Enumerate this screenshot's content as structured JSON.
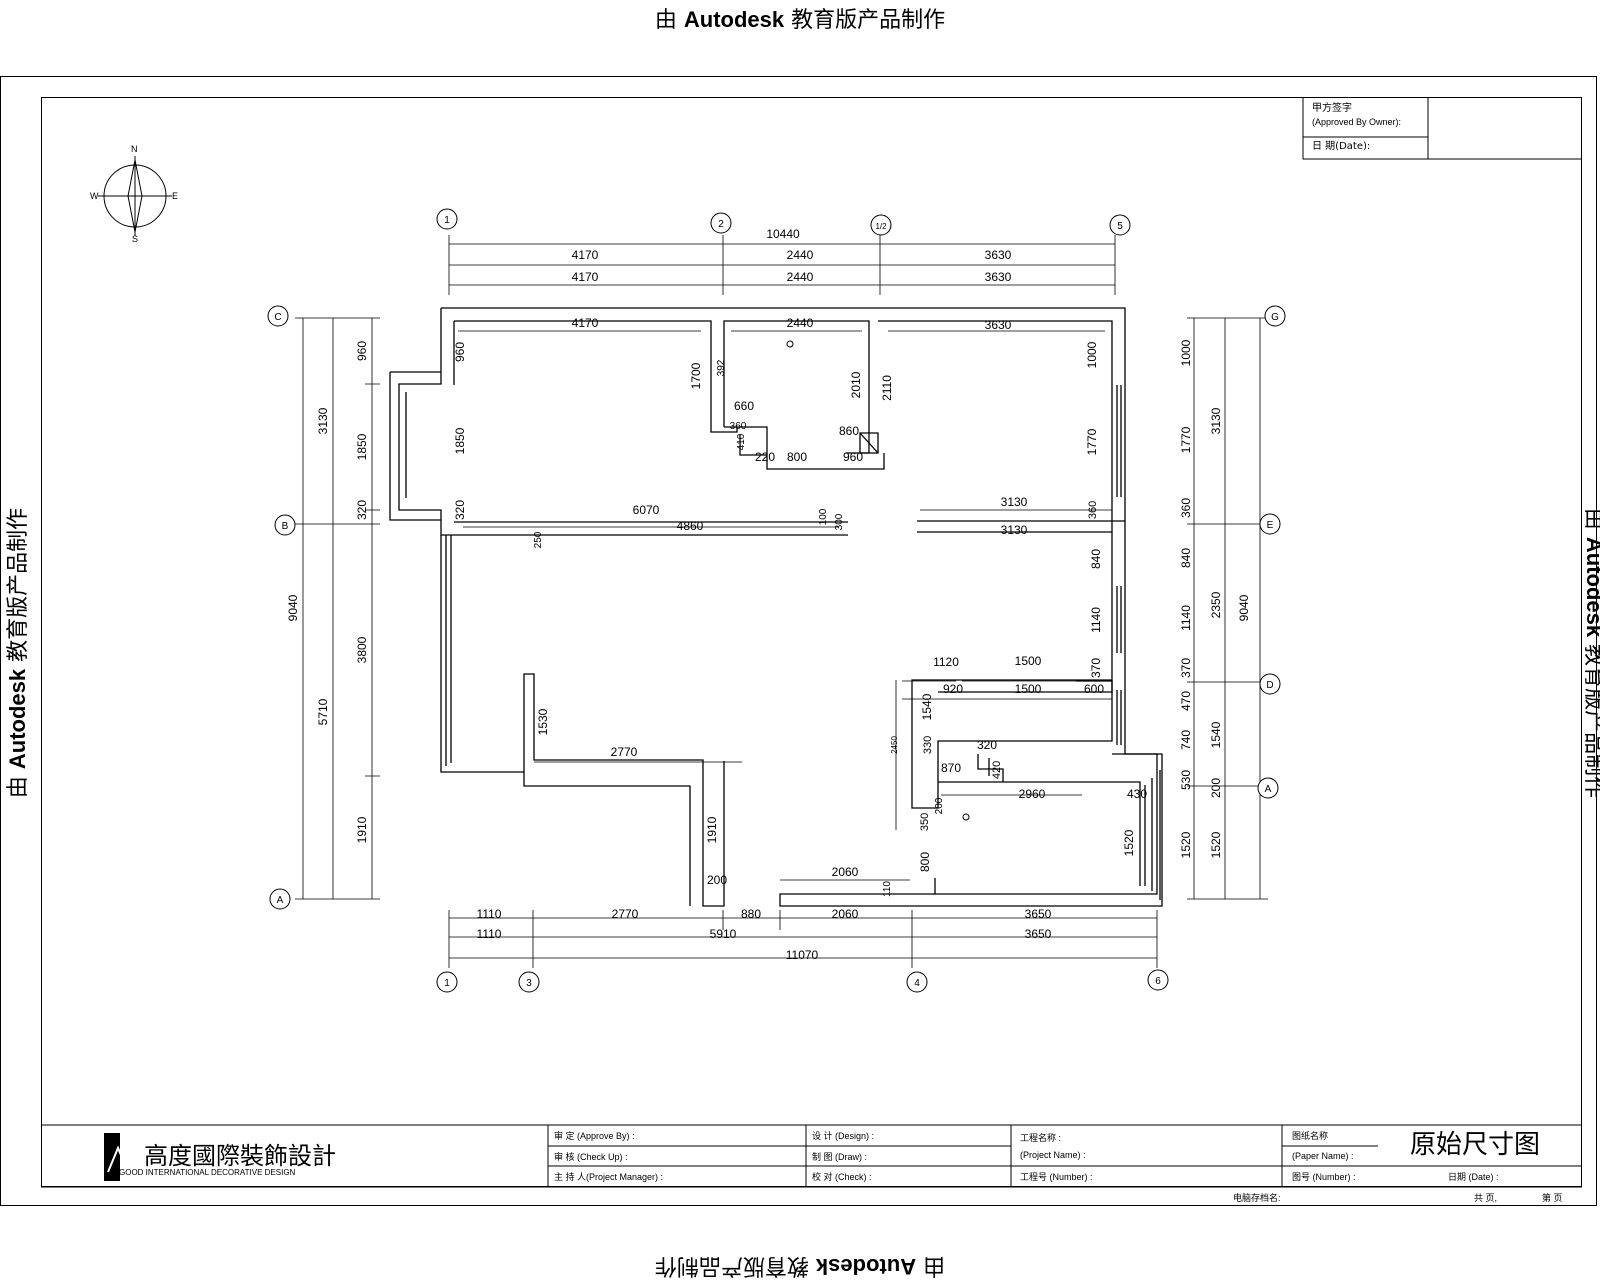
{
  "watermark": {
    "prefix": "由",
    "brand": "Autodesk",
    "suffix": "教育版产品制作"
  },
  "approval": {
    "owner": "甲方签字",
    "owner_en": "(Approved By Owner):",
    "date": "日  期(Date):"
  },
  "compass": {
    "n": "N",
    "s": "S",
    "e": "E",
    "w": "W"
  },
  "axes": {
    "top": [
      "1",
      "2",
      "1/2",
      "5"
    ],
    "bottom": [
      "1",
      "3",
      "4",
      "6"
    ],
    "left": [
      "C",
      "B",
      "A"
    ],
    "right": [
      "G",
      "E",
      "D",
      "A"
    ]
  },
  "dims": {
    "top_total": "10440",
    "top_row": [
      "4170",
      "2440",
      "3630"
    ],
    "bottom_row1": [
      "1110",
      "2770",
      "880",
      "2060",
      "3650"
    ],
    "bottom_row2": [
      "1110",
      "5910",
      "3650"
    ],
    "bottom_total": "11070",
    "left_outer": "9040",
    "left_mid": [
      "3130",
      "5710"
    ],
    "left_inner": [
      "960",
      "1850",
      "320",
      "3800",
      "1910"
    ],
    "right_inner": [
      "1000",
      "1770",
      "360",
      "840",
      "1140",
      "370",
      "470",
      "740",
      "530",
      "1520"
    ],
    "right_mid": [
      "3130",
      "2350",
      "1540",
      "200",
      "1520"
    ],
    "right_outer": "9040",
    "interior": [
      "4170",
      "2440",
      "3630",
      "960",
      "1850",
      "320",
      "1700",
      "392",
      "660",
      "360",
      "410",
      "220",
      "800",
      "2010",
      "2110",
      "860",
      "960",
      "1000",
      "1770",
      "6070",
      "4860",
      "100",
      "300",
      "250",
      "3130",
      "360",
      "3130",
      "840",
      "1140",
      "1120",
      "1500",
      "920",
      "1500",
      "370",
      "600",
      "1530",
      "2770",
      "1540",
      "2450",
      "320",
      "330",
      "870",
      "420",
      "2960",
      "430",
      "350",
      "200",
      "1910",
      "1520",
      "2060",
      "200",
      "110",
      "800"
    ]
  },
  "company": {
    "name": "高度國際裝飾設計",
    "name_en": "GOOD INTERNATIONAL DECORATIVE DESIGN"
  },
  "title_block": {
    "approve": "审  定  (Approve By) :",
    "check": "审  核  (Check Up) :",
    "manager": "主 持 人(Project Manager) :",
    "design": "设 计  (Design) :",
    "draw": "制 图  (Draw) :",
    "checked": "校 对  (Check) :",
    "project_name": "工程名称 :",
    "project_name_en": "(Project Name) :",
    "number": "工程号  (Number) :",
    "paper_name": "图纸名称",
    "paper_name_en": "(Paper Name) :",
    "drawing_title": "原始尺寸图",
    "paper_number": "图号 (Number) :",
    "paper_date": "日期 (Date) :",
    "file_name": "电脑存档名:",
    "total": "共    页,",
    "page": "第    页"
  }
}
